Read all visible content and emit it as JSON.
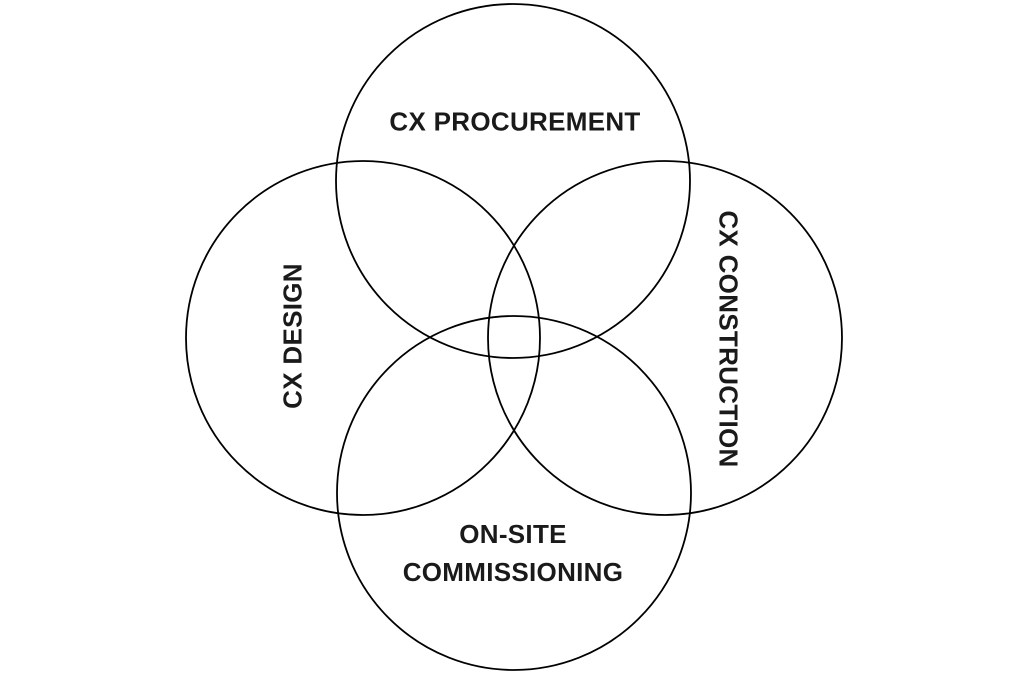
{
  "diagram": {
    "type": "venn",
    "colors": {
      "background": "#ffffff",
      "stroke": "#000000",
      "text": "#1a1a1a"
    },
    "sets": [
      {
        "label": "CX PROCUREMENT",
        "position": "top",
        "orientation": "horizontal"
      },
      {
        "label": "CX DESIGN",
        "position": "left",
        "orientation": "rotated-90-ccw"
      },
      {
        "label": "CX CONSTRUCTION",
        "position": "right",
        "orientation": "rotated-90-cw"
      },
      {
        "label": "ON-SITE COMMISSIONING",
        "position": "bottom",
        "orientation": "horizontal",
        "line1": "ON-SITE",
        "line2": "COMMISSIONING"
      }
    ]
  }
}
